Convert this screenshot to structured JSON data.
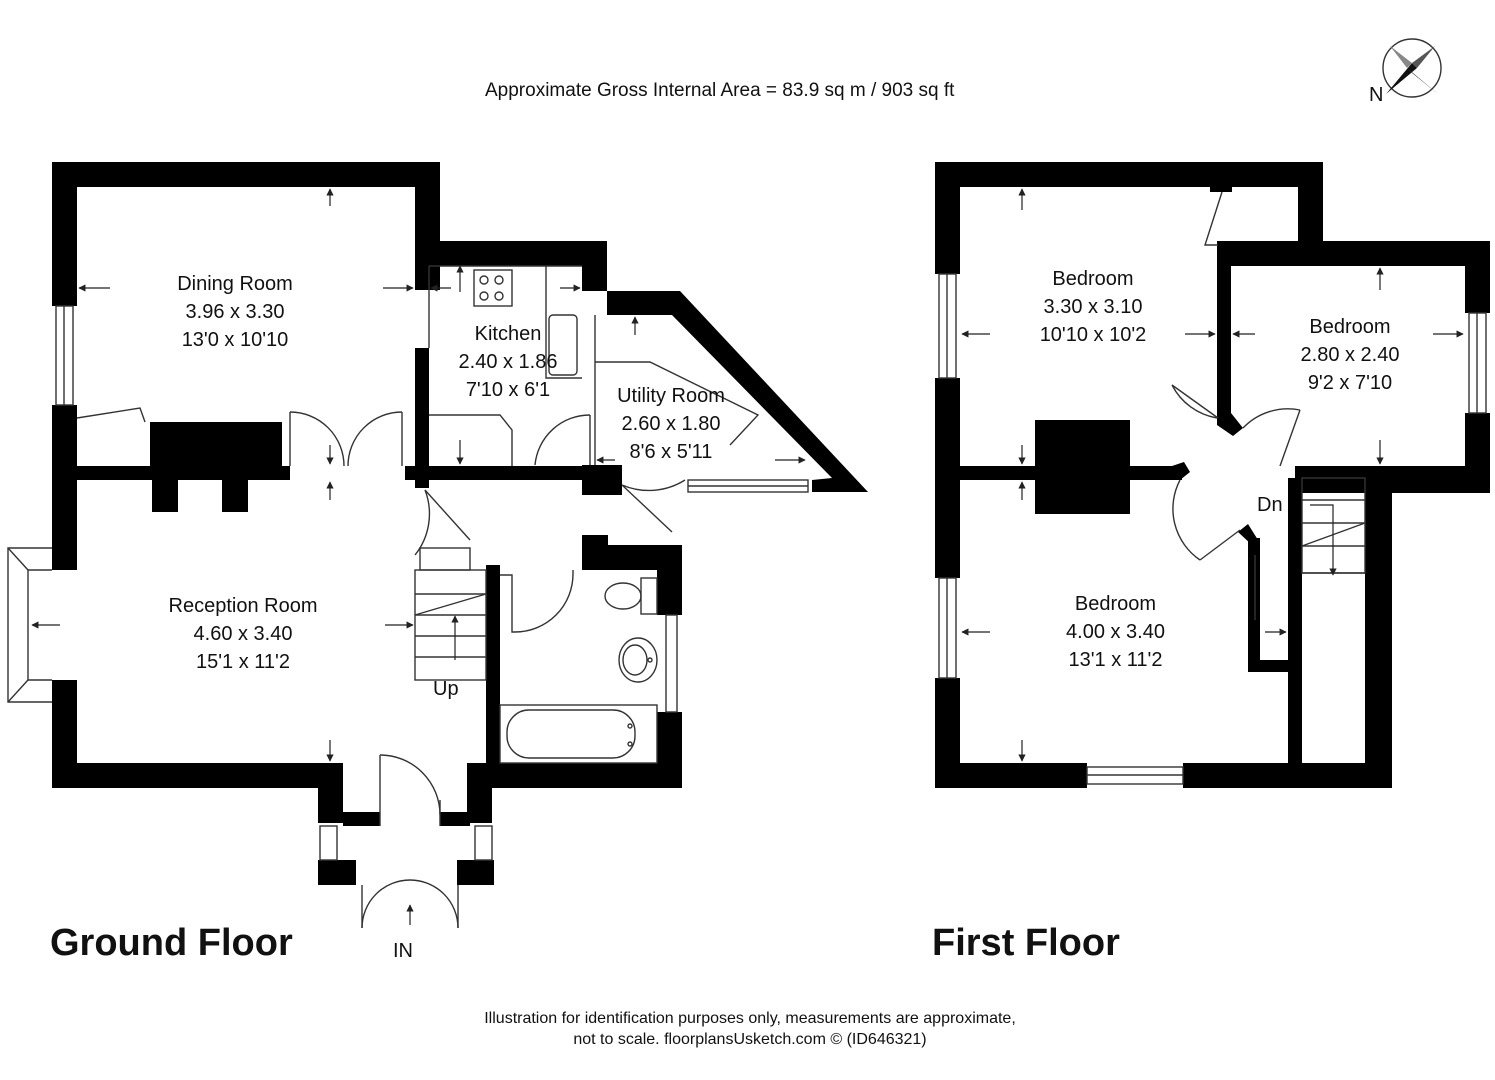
{
  "header": {
    "area": "Approximate Gross Internal Area = 83.9 sq m / 903  sq ft",
    "compass_label": "N"
  },
  "ground_floor": {
    "title": "Ground Floor",
    "rooms": [
      {
        "name": "Dining Room",
        "metric": "3.96 x 3.30",
        "imperial": "13'0 x 10'10"
      },
      {
        "name": "Kitchen",
        "metric": "2.40 x 1.86",
        "imperial": "7'10 x 6'1"
      },
      {
        "name": "Utility Room",
        "metric": "2.60 x 1.80",
        "imperial": "8'6 x 5'11"
      },
      {
        "name": "Reception Room",
        "metric": "4.60 x 3.40",
        "imperial": "15'1 x 11'2"
      }
    ],
    "stairs_label": "Up",
    "entrance_label": "IN"
  },
  "first_floor": {
    "title": "First Floor",
    "rooms": [
      {
        "name": "Bedroom",
        "metric": "3.30 x 3.10",
        "imperial": "10'10 x 10'2"
      },
      {
        "name": "Bedroom",
        "metric": "2.80 x 2.40",
        "imperial": "9'2 x 7'10"
      },
      {
        "name": "Bedroom",
        "metric": "4.00 x 3.40",
        "imperial": "13'1 x 11'2"
      }
    ],
    "stairs_label": "Dn"
  },
  "footer": {
    "line1": "Illustration for identification purposes only, measurements are approximate,",
    "line2": "not to scale. floorplansUsketch.com © (ID646321)"
  },
  "colors": {
    "wall": "#000000",
    "line": "#333333",
    "background": "#ffffff"
  }
}
